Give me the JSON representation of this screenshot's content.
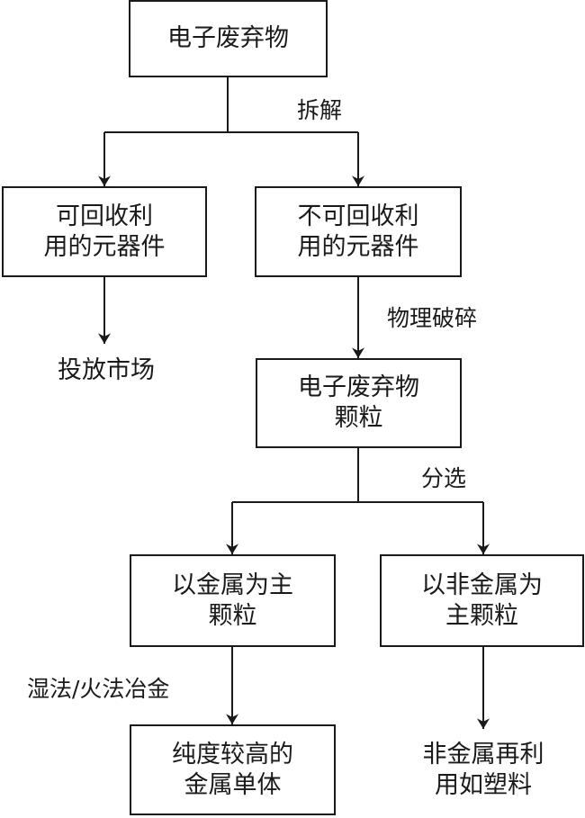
{
  "nodes": {
    "e_waste": "电子废弃物",
    "reusable": [
      "可回收利",
      "用的元器件"
    ],
    "non_reusable": [
      "不可回收利",
      "用的元器件"
    ],
    "particles": [
      "电子废弃物",
      "颗粒"
    ],
    "metal_particles": [
      "以金属为主",
      "颗粒"
    ],
    "nonmetal_particles": [
      "以非金属为",
      "主颗粒"
    ],
    "pure_metal": [
      "纯度较高的",
      "金属单体"
    ]
  },
  "outputs": {
    "market": "投放市场",
    "nonmetal_reuse": [
      "非金属再利",
      "用如塑料"
    ]
  },
  "edge_labels": {
    "disassemble": "拆解",
    "crush": "物理破碎",
    "sort": "分选",
    "metallurgy": "湿法/火法冶金"
  }
}
